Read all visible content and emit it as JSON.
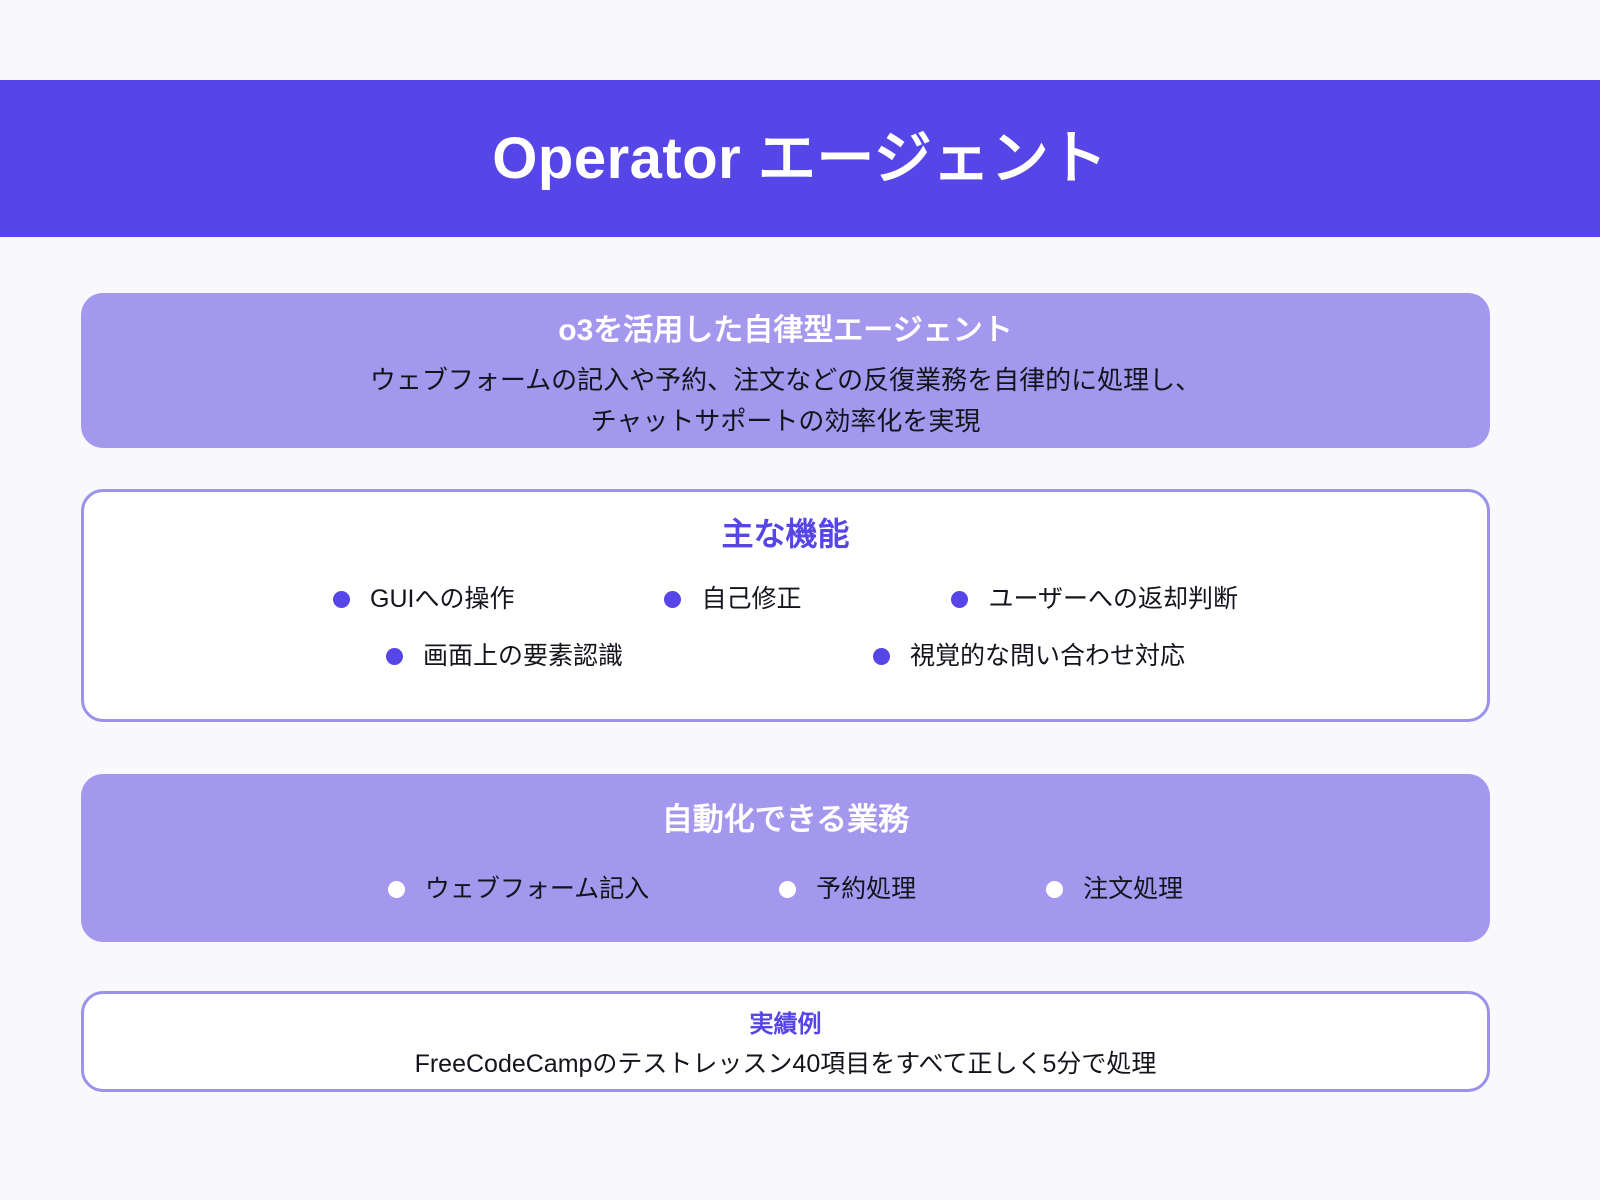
{
  "header": {
    "title": "Operator エージェント",
    "background_color": "#5646e8",
    "text_color": "#ffffff"
  },
  "page": {
    "background_color": "#f9f8fd",
    "accent_color": "#5646e8",
    "card_fill_color": "#a498ee",
    "card_border_color": "#9b93ea"
  },
  "summary_card": {
    "heading": "o3を活用した自律型エージェント",
    "body_line_1": "ウェブフォームの記入や予約、注文などの反復業務を自律的に処理し、",
    "body_line_2": "チャットサポートの効率化を実現"
  },
  "features_card": {
    "heading": "主な機能",
    "items": [
      {
        "label": "GUIへの操作",
        "bullet": "bullet-dot"
      },
      {
        "label": "自己修正",
        "bullet": "bullet-dot"
      },
      {
        "label": "ユーザーへの返却判断",
        "bullet": "bullet-dot"
      },
      {
        "label": "画面上の要素認識",
        "bullet": "bullet-dot"
      },
      {
        "label": "視覚的な問い合わせ対応",
        "bullet": "bullet-dot"
      }
    ]
  },
  "automation_card": {
    "heading": "自動化できる業務",
    "items": [
      {
        "label": "ウェブフォーム記入",
        "bullet": "bullet-dot"
      },
      {
        "label": "予約処理",
        "bullet": "bullet-dot"
      },
      {
        "label": "注文処理",
        "bullet": "bullet-dot"
      }
    ]
  },
  "results_card": {
    "heading": "実績例",
    "body": "FreeCodeCampのテストレッスン40項目をすべて正しく5分で処理"
  }
}
